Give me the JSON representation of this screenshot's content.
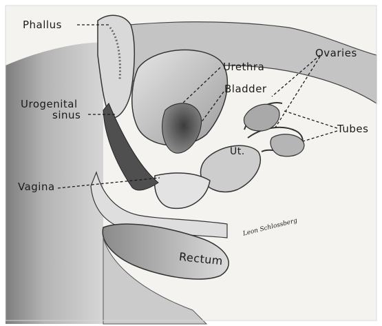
{
  "labels": {
    "phallus": "Phallus",
    "urethra": "Urethra",
    "ovaries": "Ovaries",
    "bladder": "Bladder",
    "urogenital_sinus_line1": "Urogenital",
    "urogenital_sinus_line2": "sinus",
    "tubes": "Tubes",
    "uterus": "Ut.",
    "vagina": "Vagina",
    "rectum": "Rectum"
  },
  "signature": "Leon Schlossberg",
  "colors": {
    "ink": "#1a1a1a",
    "paper": "#f4f3ef",
    "shade_dark": "#555555",
    "shade_mid": "#9a9a9a",
    "shade_light": "#cfcfcf"
  }
}
